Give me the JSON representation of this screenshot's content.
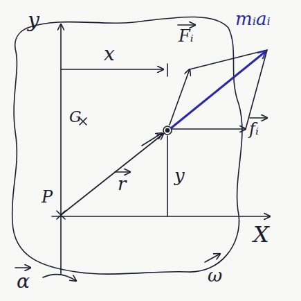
{
  "diagram": {
    "labels": [
      "y",
      "x",
      "G",
      "Fᵢ",
      "mᵢaᵢ",
      "fᵢ",
      "r",
      "y",
      "P",
      "X",
      "α",
      "ω"
    ]
  }
}
